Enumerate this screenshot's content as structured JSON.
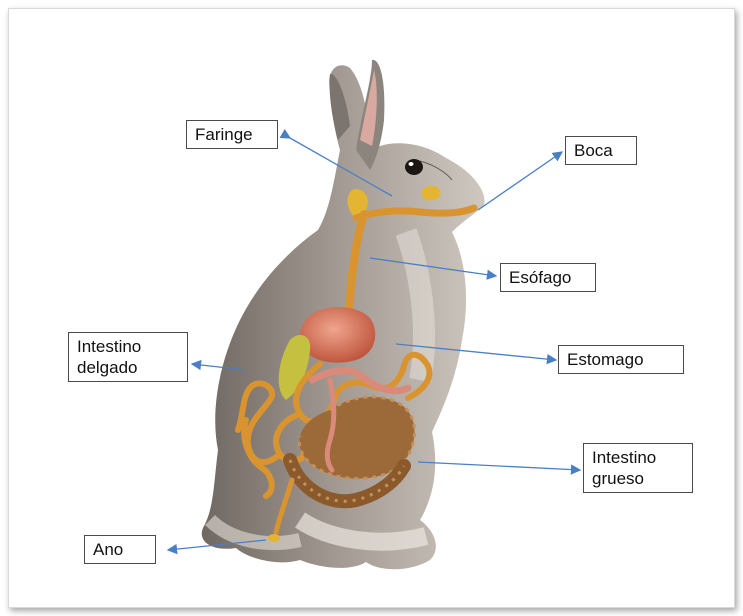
{
  "diagram": {
    "labels": {
      "faringe": "Faringe",
      "boca": "Boca",
      "esofago": "Esófago",
      "intestino_delgado": "Intestino\ndelgado",
      "estomago": "Estomago",
      "intestino_grueso": "Intestino\ngrueso",
      "ano": "Ano"
    },
    "colors": {
      "arrow": "#4a7fc4",
      "label_border": "#4a4a4a",
      "fur": "#9b938c",
      "organs": "#d9942f",
      "stomach": "#d4735b",
      "large_intestine": "#9c6a38"
    }
  }
}
